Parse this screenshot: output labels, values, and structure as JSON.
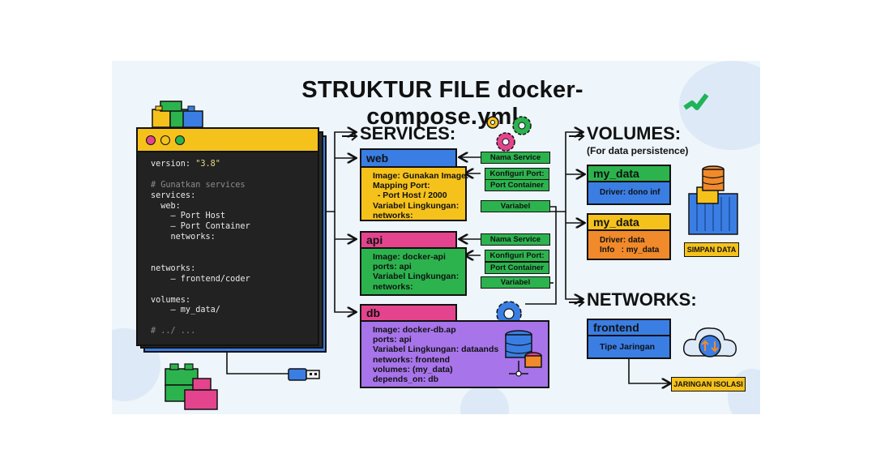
{
  "title": "STRUKTUR FILE docker-compose.yml",
  "terminal": {
    "lines": [
      {
        "text": "version: ",
        "str": "\"3.8\""
      },
      {
        "text": ""
      },
      {
        "comment": "# Gunatkan services"
      },
      {
        "text": "services:"
      },
      {
        "text": "  web:"
      },
      {
        "text": "    – Port Host"
      },
      {
        "text": "    – Port Container"
      },
      {
        "text": "    networks:"
      },
      {
        "text": ""
      },
      {
        "text": ""
      },
      {
        "text": "networks:"
      },
      {
        "text": "    – frontend/coder"
      },
      {
        "text": ""
      },
      {
        "text": "volumes:"
      },
      {
        "text": "    – my_data/"
      },
      {
        "text": ""
      },
      {
        "comment": "# ../ ..."
      }
    ]
  },
  "services": {
    "heading": "SERVICES:",
    "web": {
      "name": "web",
      "body": "Image: Gunakan Image:\nMapping Port:\n  - Port Host / 2000\nVariabel Lingkungan:\nnetworks:",
      "tags": [
        "Nama Service",
        "Konfiguri Port:",
        "Port Container",
        "Variabel"
      ]
    },
    "api": {
      "name": "api",
      "body": "Image: docker-api\nports: api\nVariabel Lingkungan:\nnetworks:",
      "tags": [
        "Nama Service",
        "Konfiguri Port:",
        "Port Container",
        "Variabel"
      ]
    },
    "db": {
      "name": "db",
      "body": "Image: docker-db.ap\nports: api\nVariabel Lingkungan: dataands\nnetworks: frontend\nvolumes: (my_data)\ndepends_on: db"
    }
  },
  "volumes": {
    "heading": "VOLUMES:",
    "subheading": "(For data persistence)",
    "items": [
      {
        "name": "my_data",
        "body": "Driver: dono inf"
      },
      {
        "name": "my_data",
        "body": "Driver: data\nInfo   : my_data"
      }
    ],
    "storage_label": "SIMPAN DATA"
  },
  "networks": {
    "heading": "NETWORKS:",
    "item": {
      "name": "frontend",
      "body": "Tipe Jaringan"
    },
    "isolation_label": "JARINGAN ISOLASI"
  },
  "colors": {
    "background": "#eef5fb",
    "yellow": "#f5c21c",
    "blue": "#3a7ee4",
    "green": "#2cb34e",
    "pink": "#e4448d",
    "purple": "#a774ea",
    "orange": "#f08a2a",
    "terminal": "#222222"
  }
}
